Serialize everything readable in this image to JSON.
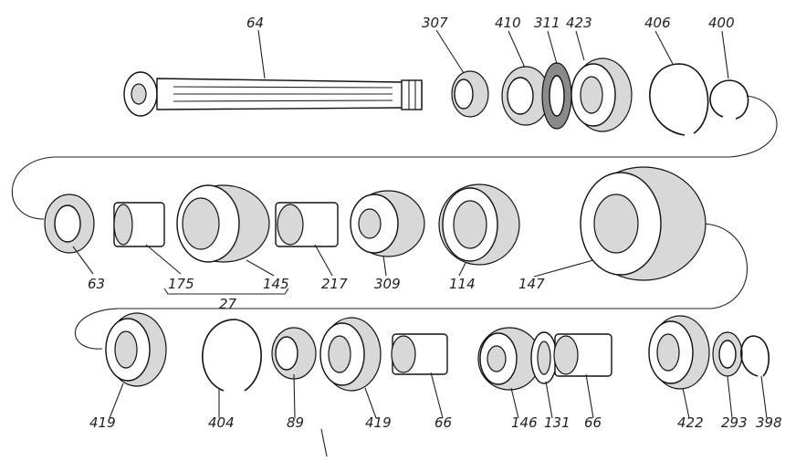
{
  "labels": {
    "l64": "64",
    "l307": "307",
    "l410": "410",
    "l311": "311",
    "l423": "423",
    "l406": "406",
    "l400": "400",
    "l63": "63",
    "l175": "175",
    "l145": "145",
    "l27": "27",
    "l217": "217",
    "l309": "309",
    "l114": "114",
    "l147": "147",
    "l419a": "419",
    "l404": "404",
    "l89": "89",
    "l419b": "419",
    "l66a": "66",
    "l146": "146",
    "l131": "131",
    "l66b": "66",
    "l422": "422",
    "l293": "293",
    "l398": "398"
  }
}
